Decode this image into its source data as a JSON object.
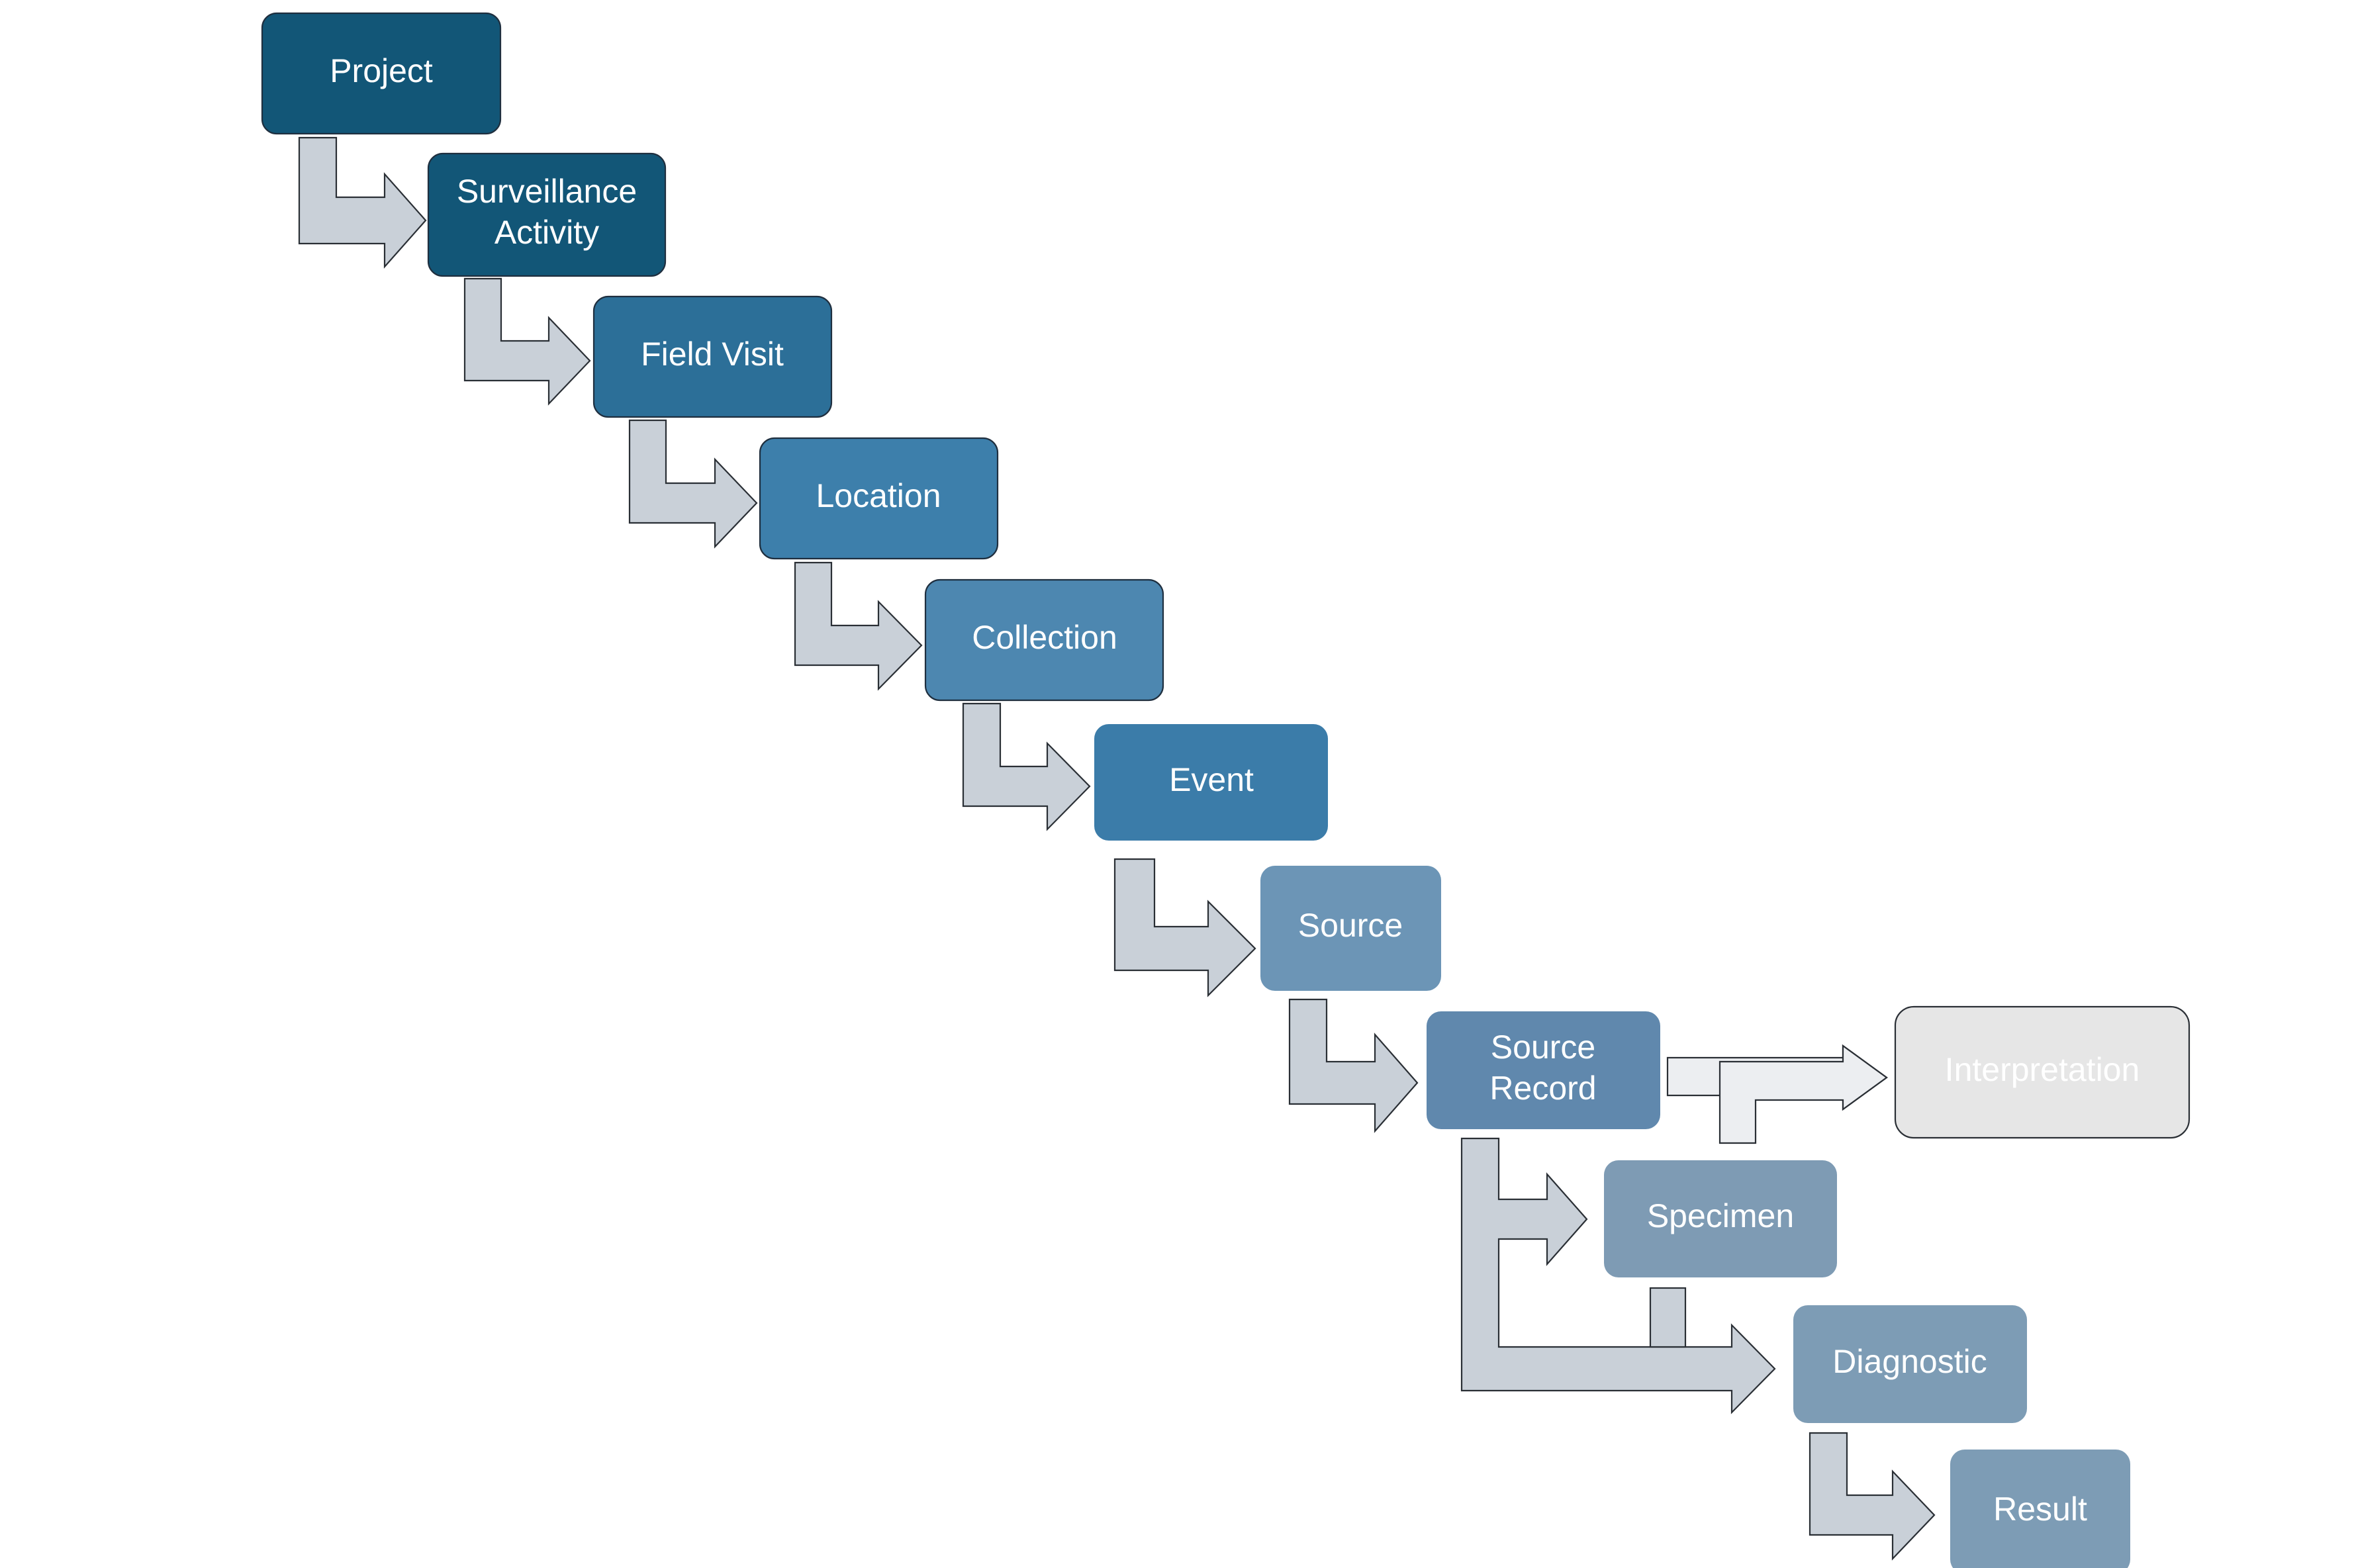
{
  "colors": {
    "project": "#125677",
    "surveillance_activity": "#125677",
    "field_visit": "#2c6f98",
    "location": "#3d7fab",
    "collection": "#4d87b0",
    "event": "#3b7ca9",
    "source": "#6c95b6",
    "source_record": "#6088ad",
    "specimen": "#7e9bb4",
    "diagnostic": "#7d9cb5",
    "result": "#7d9cb5",
    "interpretation": "#e6e6e6",
    "arrow_fill": "#c9d0d8",
    "arrow_fill_light": "#eceef1"
  },
  "nodes": {
    "project": {
      "lines": [
        "Project"
      ]
    },
    "surveillance_activity": {
      "lines": [
        "Surveillance",
        "Activity"
      ]
    },
    "field_visit": {
      "lines": [
        "Field Visit"
      ]
    },
    "location": {
      "lines": [
        "Location"
      ]
    },
    "collection": {
      "lines": [
        "Collection"
      ]
    },
    "event": {
      "lines": [
        "Event"
      ]
    },
    "source": {
      "lines": [
        "Source"
      ]
    },
    "source_record": {
      "lines": [
        "Source",
        "Record"
      ]
    },
    "interpretation": {
      "lines": [
        "Interpretation"
      ]
    },
    "specimen": {
      "lines": [
        "Specimen"
      ]
    },
    "diagnostic": {
      "lines": [
        "Diagnostic"
      ]
    },
    "result": {
      "lines": [
        "Result"
      ]
    }
  },
  "connections": [
    {
      "from": "project",
      "to": "surveillance_activity"
    },
    {
      "from": "surveillance_activity",
      "to": "field_visit"
    },
    {
      "from": "field_visit",
      "to": "location"
    },
    {
      "from": "location",
      "to": "collection"
    },
    {
      "from": "collection",
      "to": "event"
    },
    {
      "from": "event",
      "to": "source"
    },
    {
      "from": "source",
      "to": "source_record"
    },
    {
      "from": "source_record",
      "to": "interpretation"
    },
    {
      "from": "source_record",
      "to": "specimen"
    },
    {
      "from": "source_record",
      "to": "diagnostic"
    },
    {
      "from": "specimen",
      "to": "diagnostic"
    },
    {
      "from": "diagnostic",
      "to": "result"
    }
  ]
}
